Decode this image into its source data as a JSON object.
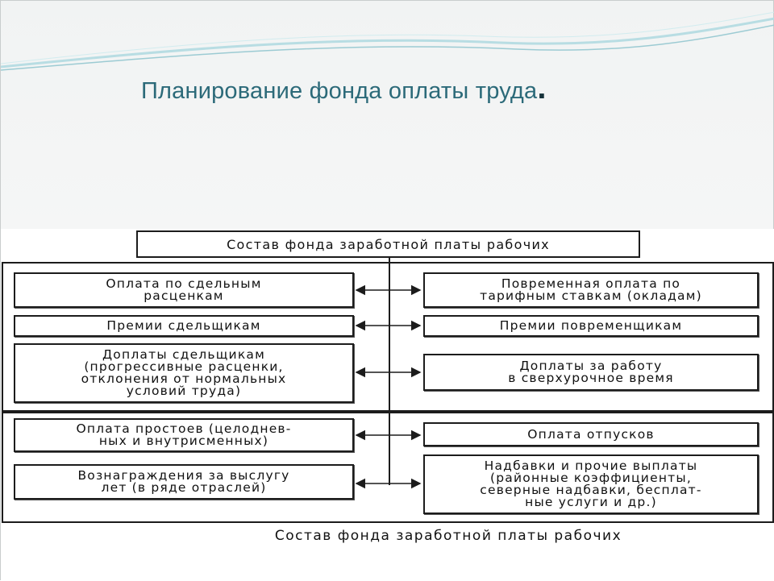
{
  "slide": {
    "title": "Планирование фонда оплаты труда",
    "title_dot": "."
  },
  "diagram": {
    "header": "Состав фонда заработной платы рабочих",
    "left_items": [
      "Оплата по сдельным\nрасценкам",
      "Премии сдельщикам",
      "Доплаты сдельщикам\n(прогрессивные расценки,\nотклонения от нормальных\nусловий труда)",
      "Оплата простоев (целоднев-\nных и внутрисменных)",
      "Вознаграждения за выслугу\nлет (в ряде отраслей)"
    ],
    "right_items": [
      "Повременная оплата по\nтарифным ставкам (окладам)",
      "Премии повременщикам",
      "Доплаты за работу\nв сверхурочное время",
      "Оплата отпусков",
      "Надбавки и прочие выплаты\n(районные коэффициенты,\nсеверные надбавки, бесплат-\nные услуги и др.)"
    ],
    "caption": "Состав фонда заработной платы рабочих"
  },
  "colors": {
    "title": "#2c6a79",
    "wave": "#9ccbd3",
    "lines": "#1c1c1c"
  }
}
